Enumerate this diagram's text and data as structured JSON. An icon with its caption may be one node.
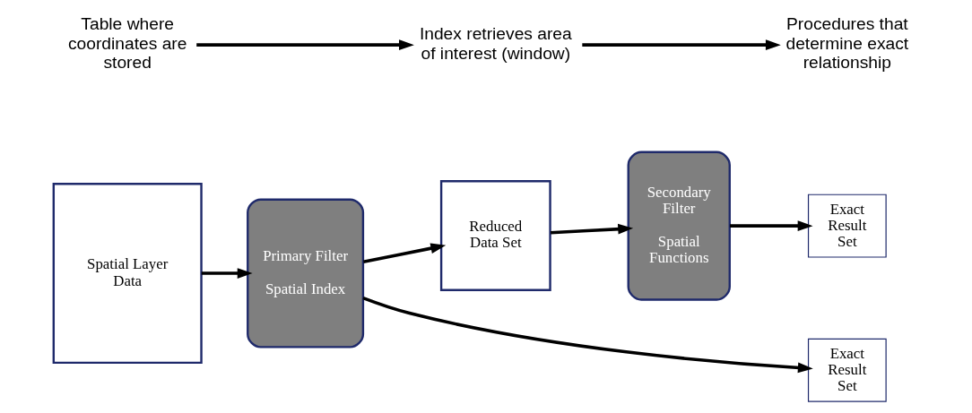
{
  "diagram": {
    "nodes": [
      {
        "text": [
          "Spatial Layer Data"
        ]
      },
      {
        "text": [
          "Primary Filter",
          "Spatial Index"
        ]
      },
      {
        "text": [
          "Reduced Data Set"
        ]
      },
      {
        "text": [
          "Secondary Filter",
          "Spatial Functions"
        ]
      },
      {
        "text": [
          "Exact Result Set"
        ]
      },
      {
        "text": [
          "Exact Result Set"
        ]
      },
      {
        "text": [
          "Table where coordinates are stored"
        ]
      },
      {
        "text": [
          "Index retrieves area of interest (window)"
        ]
      },
      {
        "text": [
          "Procedures that determine exact relationship"
        ]
      }
    ],
    "edges": [
      {
        "from": 0,
        "to": 1,
        "arrow": "to"
      },
      {
        "from": 1,
        "to": 2,
        "arrow": "to"
      },
      {
        "from": 2,
        "to": 3,
        "arrow": "to"
      },
      {
        "from": 3,
        "to": 5,
        "arrow": "to"
      },
      {
        "from": 1,
        "to": 4,
        "arrow": "to"
      },
      {
        "from": 6,
        "to": 7,
        "arrow": "to"
      },
      {
        "from": 7,
        "to": 8,
        "arrow": "to"
      }
    ]
  }
}
